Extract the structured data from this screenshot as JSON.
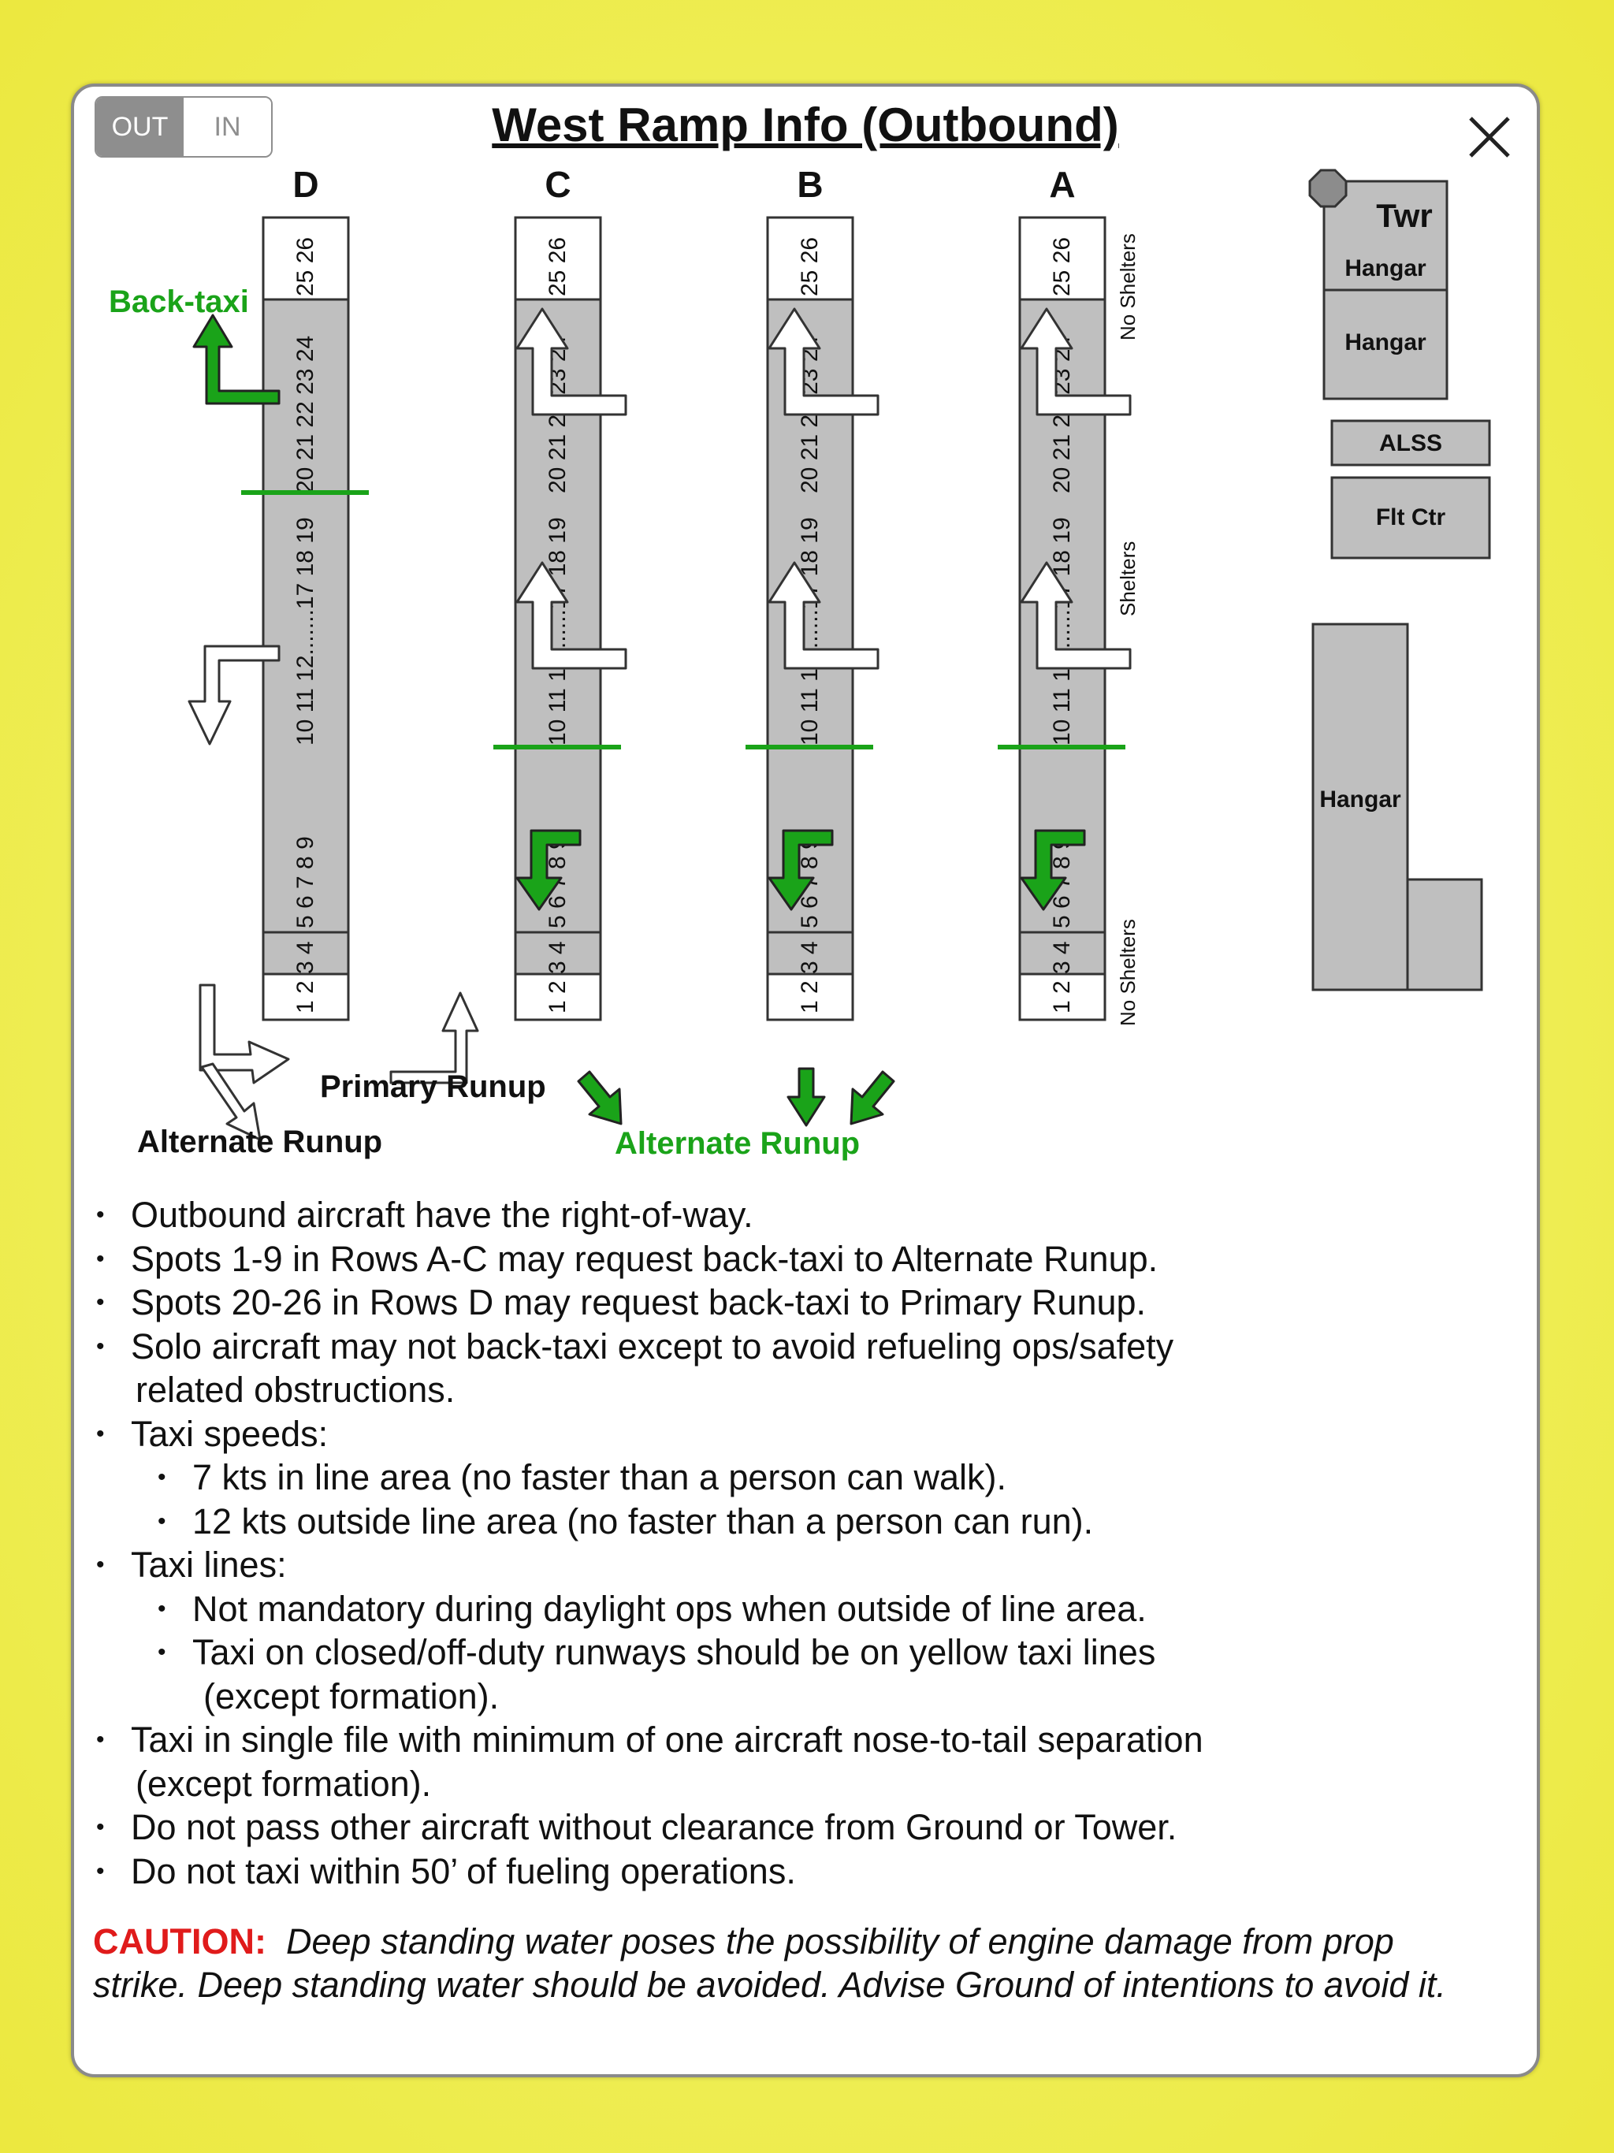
{
  "toggle": {
    "out": "OUT",
    "in": "IN",
    "selected": "OUT"
  },
  "title": "West Ramp Info (Outbound)",
  "rows": {
    "d": "D",
    "c": "C",
    "b": "B",
    "a": "A"
  },
  "spots": {
    "top": "25 26",
    "upper": "20 21 22 23 24",
    "mid": "10 11 12.......17 18 19",
    "lower": "5 6 7 8 9",
    "bottom": "1 2 3 4"
  },
  "side_labels": {
    "no_shelters_top": "No Shelters",
    "shelters": "Shelters",
    "no_shelters_bottom": "No Shelters"
  },
  "labels": {
    "back_taxi": "Back-taxi",
    "primary_runup": "Primary Runup",
    "alternate_runup_left": "Alternate Runup",
    "alternate_runup_green": "Alternate Runup"
  },
  "buildings": {
    "twr": "Twr",
    "hangar1": "Hangar",
    "hangar2": "Hangar",
    "alss": "ALSS",
    "flt_ctr": "Flt Ctr",
    "hangar3": "Hangar"
  },
  "colors": {
    "green": "#1aa319",
    "ramp_gray": "#bfbfbf",
    "caution_red": "#e01b1b"
  },
  "notes": {
    "n1": "Outbound aircraft have the right-of-way.",
    "n2": "Spots 1-9 in Rows A-C may request back-taxi to Alternate Runup.",
    "n3": "Spots 20-26 in Rows D may request back-taxi to Primary Runup.",
    "n4a": "Solo aircraft may not back-taxi except to avoid refueling ops/safety",
    "n4b": "related obstructions.",
    "n5": "Taxi speeds:",
    "n5a": "7 kts in line area (no faster than a person can walk).",
    "n5b": "12 kts outside line area (no faster than a person can run).",
    "n6": "Taxi lines:",
    "n6a": "Not mandatory during daylight ops when outside of line area.",
    "n6b1": "Taxi on closed/off-duty runways should be on yellow taxi lines",
    "n6b2": "(except formation).",
    "n7a": "Taxi in single file with minimum of one aircraft nose-to-tail separation",
    "n7b": "(except formation).",
    "n8": "Do not pass other aircraft without clearance from Ground or Tower.",
    "n9": "Do not taxi within 50’ of fueling operations."
  },
  "caution": {
    "label": "CAUTION:",
    "text": "Deep standing water poses the possibility of engine damage from prop strike.  Deep standing water should be avoided.  Advise Ground of intentions to avoid it."
  }
}
